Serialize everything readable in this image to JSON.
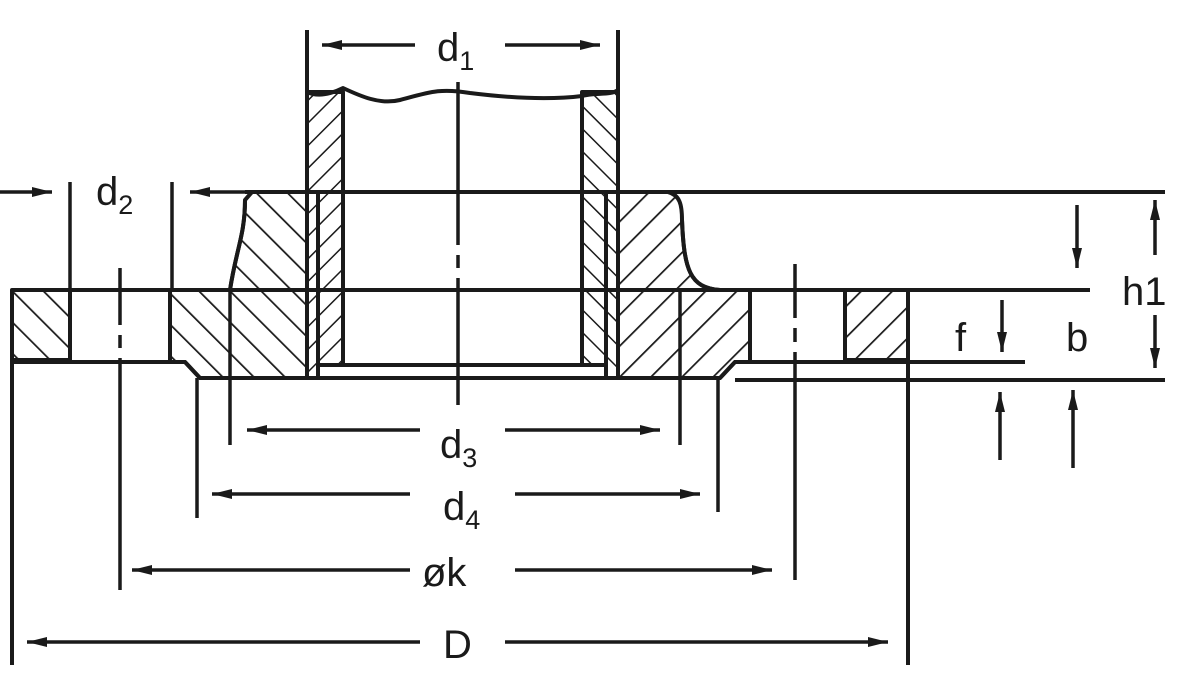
{
  "diagram": {
    "title_visible": false,
    "colors": {
      "ink": "#1a1a1a",
      "background": "#ffffff"
    },
    "labels": {
      "d1": {
        "base": "d",
        "sub": "1"
      },
      "d2": {
        "base": "d",
        "sub": "2"
      },
      "d3": {
        "base": "d",
        "sub": "3"
      },
      "d4": {
        "base": "d",
        "sub": "4"
      },
      "k": {
        "base": "øk"
      },
      "D": {
        "base": "D"
      },
      "h1": {
        "base": "h1"
      },
      "f": {
        "base": "f"
      },
      "b": {
        "base": "b"
      }
    }
  }
}
